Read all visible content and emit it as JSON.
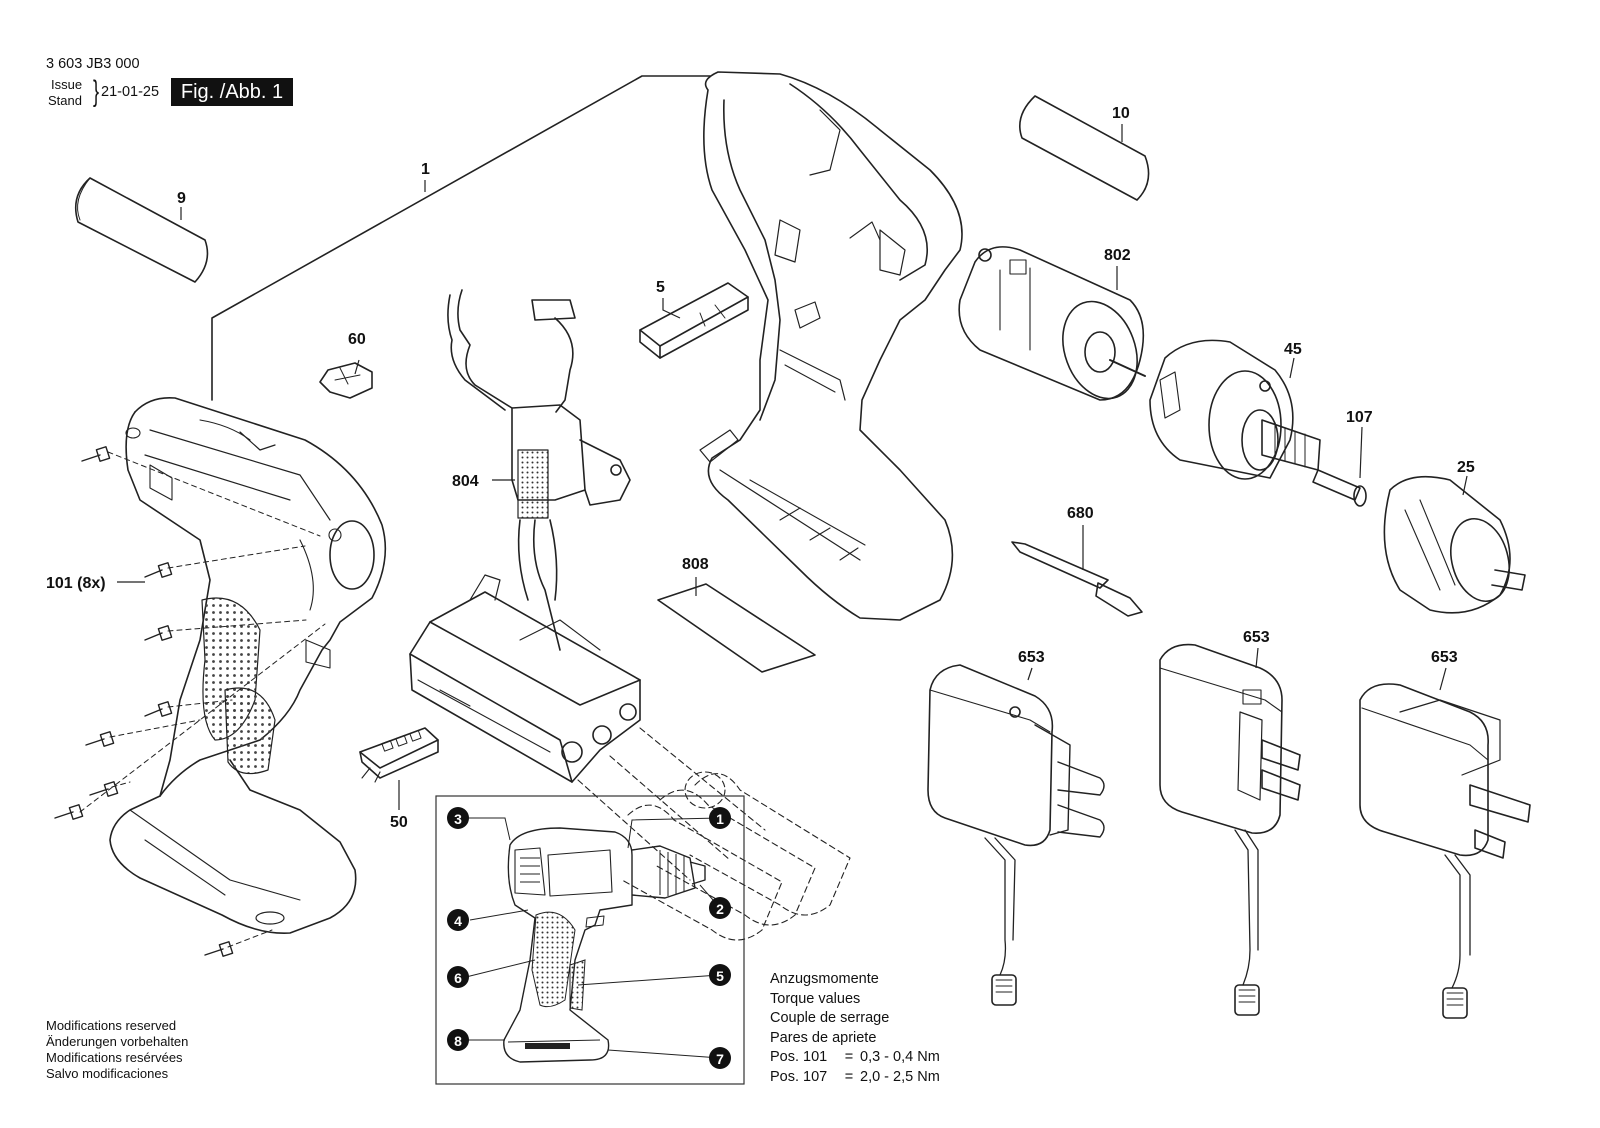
{
  "header": {
    "part_number": "3 603 JB3 000",
    "issue_label": "Issue",
    "stand_label": "Stand",
    "date": "21-01-25",
    "figure_label": "Fig. /Abb. 1"
  },
  "callouts": {
    "p1": "1",
    "p5": "5",
    "p9": "9",
    "p10": "10",
    "p25": "25",
    "p45": "45",
    "p50": "50",
    "p60": "60",
    "p101": "101 (8x)",
    "p107": "107",
    "p653a": "653",
    "p653b": "653",
    "p653c": "653",
    "p680": "680",
    "p802": "802",
    "p804": "804",
    "p808": "808"
  },
  "inset_markers": [
    "1",
    "2",
    "3",
    "4",
    "5",
    "6",
    "7",
    "8"
  ],
  "torque": {
    "lines": [
      "Anzugsmomente",
      "Torque values",
      "Couple de serrage",
      "Pares de apriete"
    ],
    "rows": [
      {
        "pos": "Pos. 101",
        "eq": "=",
        "value": "0,3 - 0,4 Nm"
      },
      {
        "pos": "Pos. 107",
        "eq": "=",
        "value": "2,0 - 2,5 Nm"
      }
    ]
  },
  "notes": [
    "Modifications reserved",
    "Änderungen vorbehalten",
    "Modifications resérvées",
    "Salvo modificaciones"
  ]
}
